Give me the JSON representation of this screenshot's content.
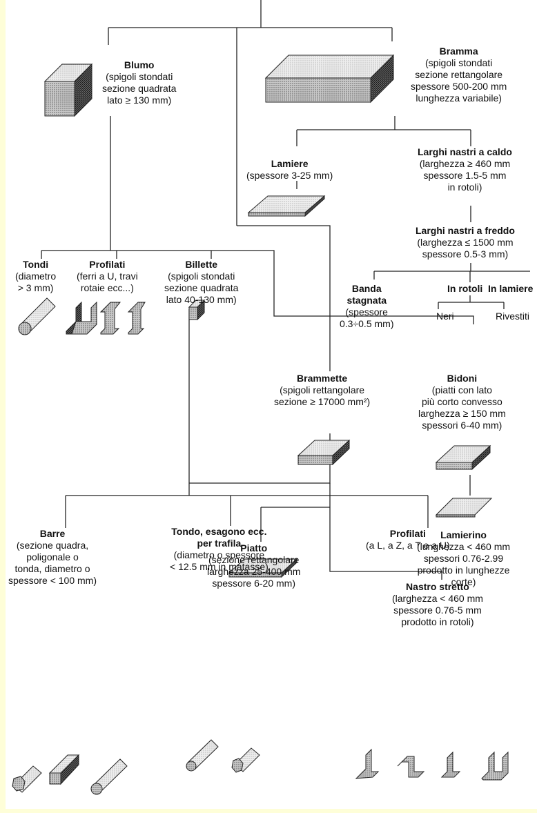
{
  "nodes": {
    "blumo": {
      "title": "Blumo",
      "lines": [
        "(spigoli stondati",
        "sezione quadrata",
        "lato ≥ 130 mm)"
      ]
    },
    "bramma": {
      "title": "Bramma",
      "lines": [
        "(spigoli stondati",
        "sezione rettangolare",
        "spessore 500-200 mm",
        "lunghezza variabile)"
      ]
    },
    "lamiere": {
      "title": "Lamiere",
      "lines": [
        "(spessore 3-25 mm)"
      ]
    },
    "larghi_caldo": {
      "title": "Larghi nastri a caldo",
      "lines": [
        "(larghezza ≥ 460 mm",
        "spessore 1.5-5 mm",
        "in rotoli)"
      ]
    },
    "larghi_freddo": {
      "title": "Larghi nastri a freddo",
      "lines": [
        "(larghezza ≤ 1500 mm",
        "spessore 0.5-3 mm)"
      ]
    },
    "tondi": {
      "title": "Tondi",
      "lines": [
        "(diametro",
        "> 3 mm)"
      ]
    },
    "profilati_top": {
      "title": "Profilati",
      "lines": [
        "(ferri a U, travi",
        "rotaie ecc...)"
      ]
    },
    "billette": {
      "title": "Billette",
      "lines": [
        "(spigoli stondati",
        "sezione quadrata",
        "lato 40-130 mm)"
      ]
    },
    "banda": {
      "title": "Banda",
      "title2": "stagnata",
      "lines": [
        "(spessore",
        "0.3÷0.5 mm)"
      ]
    },
    "in_rotoli": {
      "title": "In rotoli"
    },
    "in_lamiere": {
      "title": "In lamiere"
    },
    "neri": {
      "label": "Neri"
    },
    "rivestiti": {
      "label": "Rivestiti"
    },
    "brammette": {
      "title": "Brammette",
      "lines": [
        "(spigoli rettangolare",
        "sezione ≥ 17000 mm²)"
      ]
    },
    "bidoni": {
      "title": "Bidoni",
      "lines": [
        "(piatti con lato",
        "più corto convesso",
        "larghezza ≥ 150 mm",
        "spessori 6-40 mm)"
      ]
    },
    "lamierino": {
      "title": "Lamierino",
      "lines": [
        "(lunghezza < 460 mm",
        "spessori 0.76-2.99",
        "prodotto in lunghezze",
        "corte)"
      ]
    },
    "piatto": {
      "title": "Piatto",
      "lines": [
        "(sezione rettangolare",
        "larghezza 25-400 mm",
        "spessore 6-20 mm)"
      ]
    },
    "nastro_stretto": {
      "title": "Nastro stretto",
      "lines": [
        "(larghezza < 460 mm",
        "spessore 0.76-5 mm",
        "prodotto in rotoli)"
      ]
    },
    "barre": {
      "title": "Barre",
      "lines": [
        "(sezione quadra,",
        "poligonale o",
        "tonda, diametro o",
        "spessore < 100 mm)"
      ]
    },
    "tondo_esagono": {
      "title": "Tondo, esagono  ecc.",
      "title2": "per trafila",
      "lines": [
        "(diametro o spessore",
        "< 12.5 mm in matasse)"
      ]
    },
    "profilati_bottom": {
      "title": "Profilati",
      "lines": [
        "(a L, a Z, a T e a U)"
      ]
    }
  },
  "icons": {
    "blumo": "square-block-icon",
    "bramma": "large-slab-icon",
    "lamiere": "sheet-plate-icon",
    "tondi": "round-bar-icon",
    "profilati_top": "u-channel-and-i-beam-icons",
    "billette": "square-billet-icon",
    "brammette": "small-slab-icon",
    "bidoni": "convex-plate-icon",
    "lamierino": "thin-sheet-icon",
    "piatto": "flat-bar-icon",
    "barre": "hexagonal-square-round-bar-icons",
    "tondo_esagono": "round-and-hex-wire-icons",
    "profilati_bottom": "l-z-t-u-profile-icons"
  },
  "colors": {
    "background": "#fefed8",
    "paper": "#ffffff",
    "line": "#222222"
  }
}
